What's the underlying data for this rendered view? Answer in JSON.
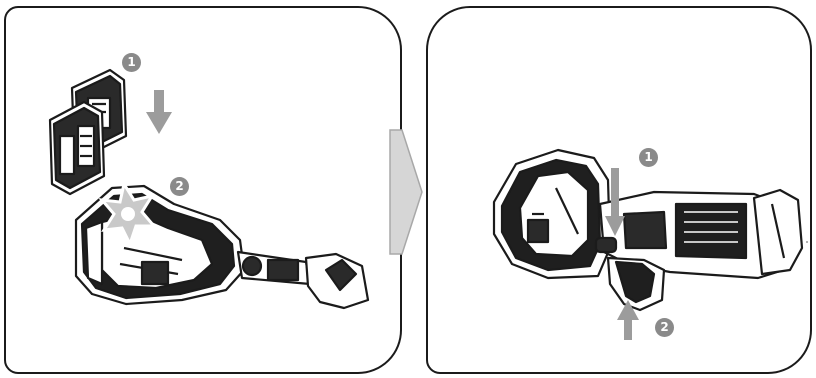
{
  "figure": {
    "left_panel": {
      "step_one_badge": "1",
      "step_two_badge": "2"
    },
    "right_panel": {
      "step_one_badge": "1",
      "step_two_badge": "2"
    }
  },
  "colors": {
    "outline": "#1b1b1b",
    "badge_fill": "#8a8a8a",
    "arrow_fill": "#9c9c9c",
    "connector_fill": "#d6d6d6",
    "connector_stroke": "#a8a8a8",
    "highlight_fill": "#c9c9c9"
  },
  "icons": {
    "step_arrow_down": "down-arrow-icon",
    "step_arrow_up": "up-arrow-icon",
    "panel_connector": "chevron-right-icon",
    "press_indicator": "star-burst-icon"
  }
}
